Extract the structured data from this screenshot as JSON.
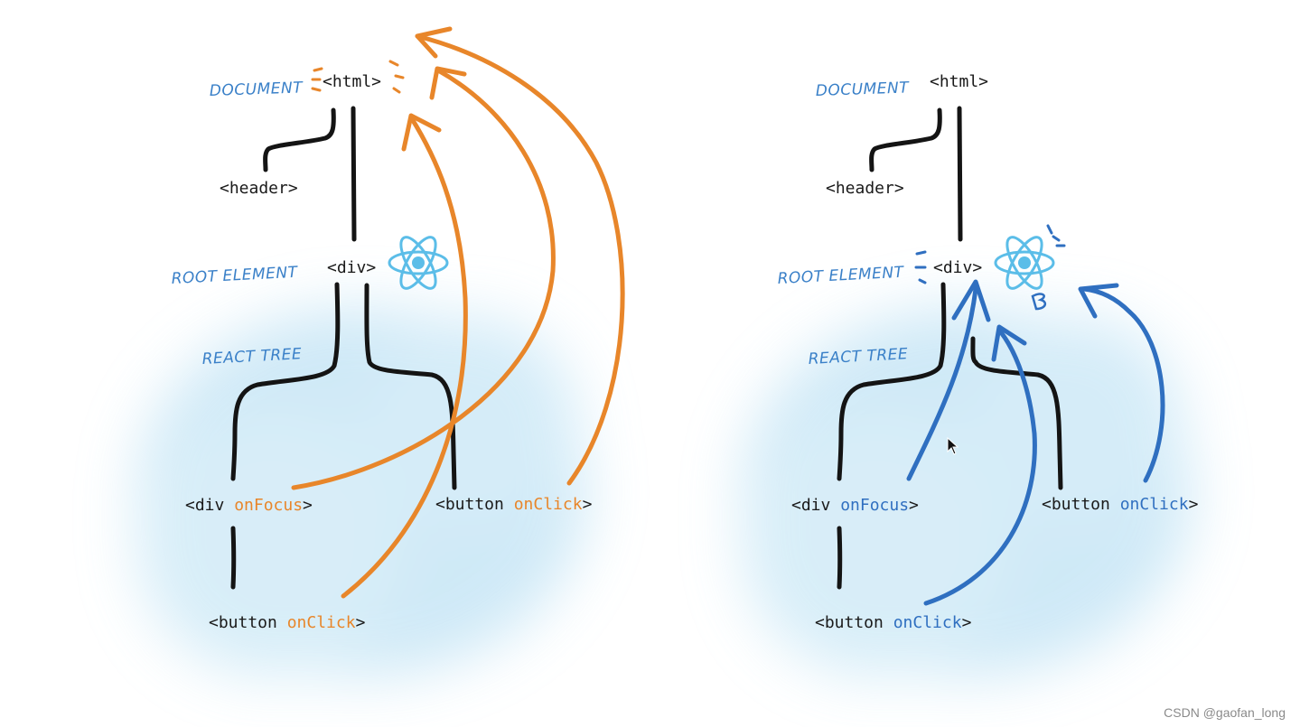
{
  "colors": {
    "label_blue": "#3a80c8",
    "arrow_orange": "#e8862a",
    "arrow_blue": "#2f6fc0",
    "tree_black": "#141414",
    "wash": "#bfe2f4"
  },
  "left_diagram": {
    "label_document": "DOCUMENT",
    "label_root": "ROOT ELEMENT",
    "label_react_tree": "REACT TREE",
    "node_html": "<html>",
    "node_header": "<header>",
    "node_div_root": "<div>",
    "node_div_tag": "<div ",
    "node_div_handler": "onFocus",
    "node_div_end": ">",
    "node_button_right_tag": "<button ",
    "node_button_right_handler": "onClick",
    "node_button_right_end": ">",
    "node_button_bottom_tag": "<button ",
    "node_button_bottom_handler": "onClick",
    "node_button_bottom_end": ">"
  },
  "right_diagram": {
    "label_document": "DOCUMENT",
    "label_root": "ROOT ELEMENT",
    "label_react_tree": "REACT TREE",
    "node_html": "<html>",
    "node_header": "<header>",
    "node_div_root": "<div>",
    "node_div_tag": "<div ",
    "node_div_handler": "onFocus",
    "node_div_end": ">",
    "node_button_right_tag": "<button ",
    "node_button_right_handler": "onClick",
    "node_button_right_end": ">",
    "node_button_bottom_tag": "<button ",
    "node_button_bottom_handler": "onClick",
    "node_button_bottom_end": ">"
  },
  "icons": {
    "left_react": "react-logo-icon",
    "right_react": "react-logo-icon",
    "cursor": "mouse-cursor-icon"
  },
  "watermark": "CSDN @gaofan_long"
}
